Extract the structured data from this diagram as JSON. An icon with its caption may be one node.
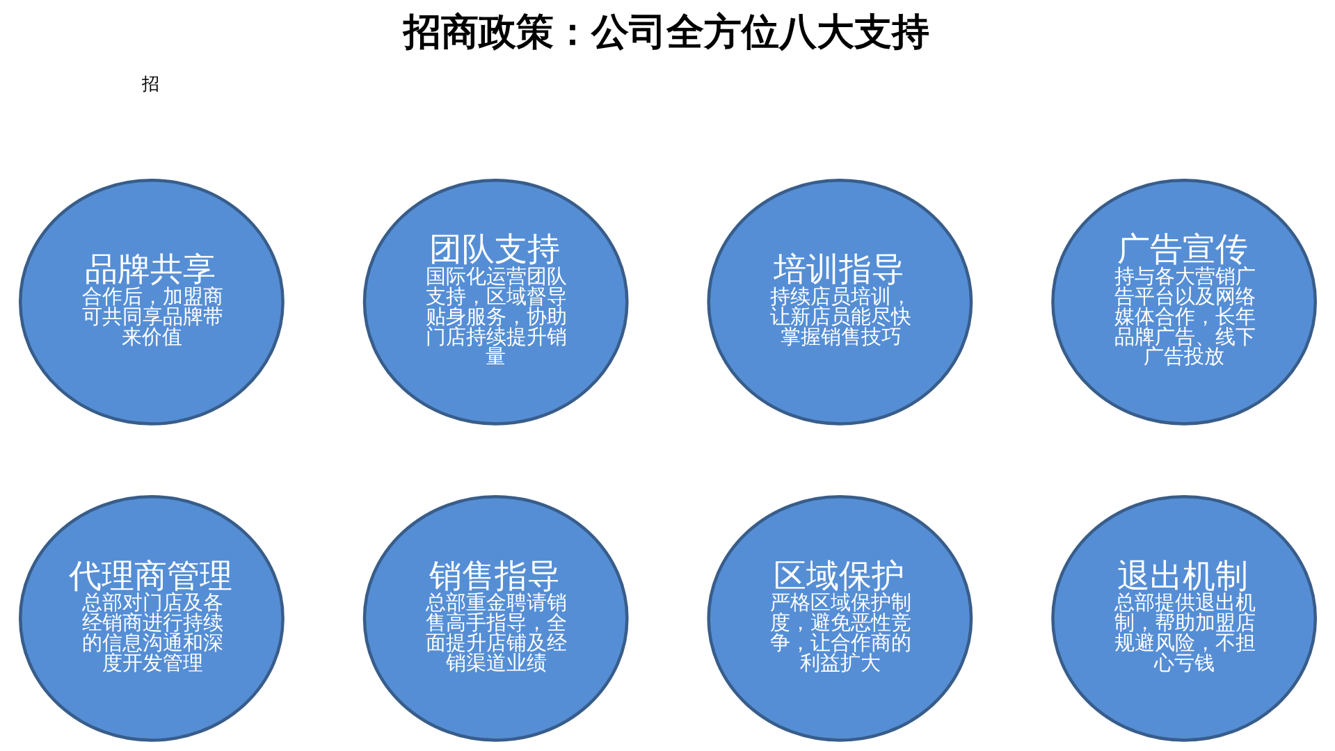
{
  "diagram": {
    "title": "招商政策：公司全方位八大支持",
    "nodes": [
      {
        "text": [
          "品牌共享",
          "合作后，加盟商可共同享品牌带来价值"
        ]
      },
      {
        "text": [
          "团队支持",
          "国际化运营团队支持，区域督导贴身服务，协助门店持续提升销量"
        ]
      },
      {
        "text": [
          "培训指导",
          "持续店员培训，让新店员能尽快掌握销售技巧"
        ]
      },
      {
        "text": [
          "广告宣传",
          "持与各大营销广告平台以及网络媒体合作，长年品牌广告、线下广告投放"
        ]
      },
      {
        "text": [
          "代理商管理",
          "总部对门店及各经销商进行持续的信息沟通和深度开发管理"
        ]
      },
      {
        "text": [
          "销售指导",
          "总部重金聘请销售高手指导，全面提升店铺及经销渠道业绩"
        ]
      },
      {
        "text": [
          "区域保护",
          "严格区域保护制度，避免恶性竞争，让合作商的利益扩大"
        ]
      },
      {
        "text": [
          "退出机制",
          "总部提供退出机制，帮助加盟店规避风险，不担心亏钱"
        ]
      }
    ],
    "labels": [
      "招"
    ]
  }
}
